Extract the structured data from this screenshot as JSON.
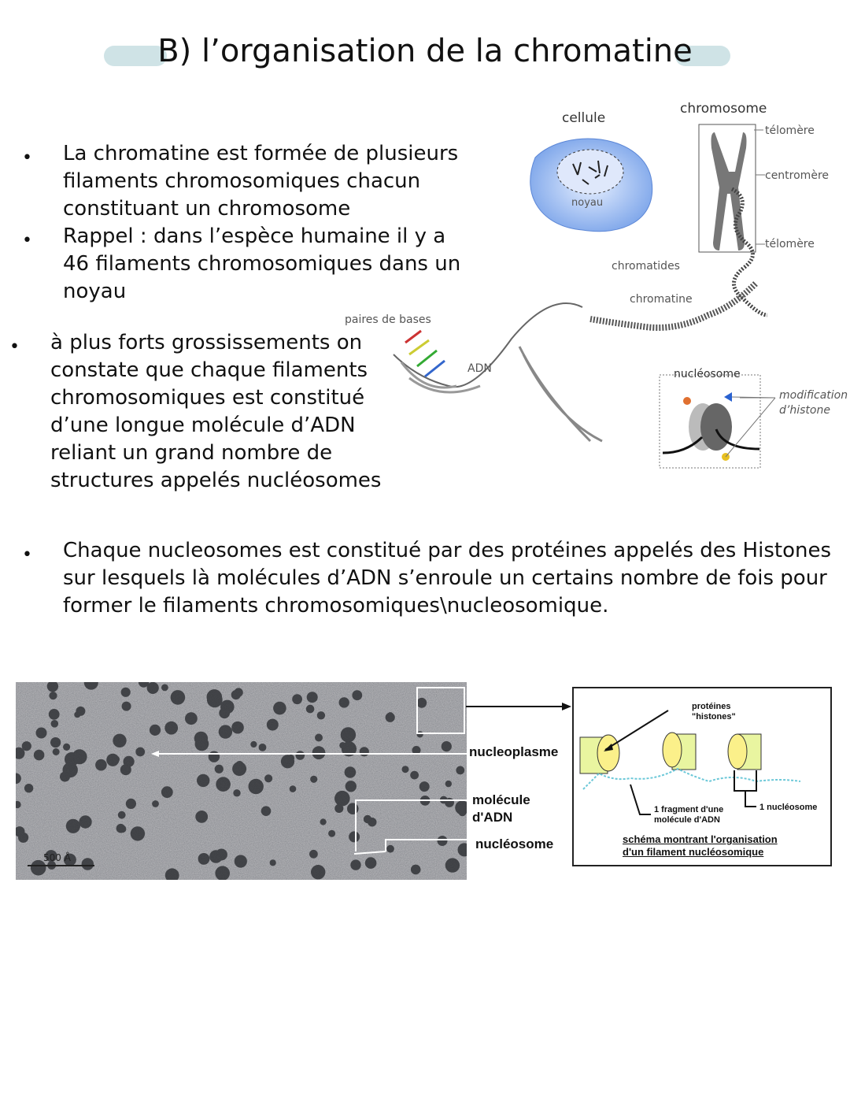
{
  "title": "B) l’organisation de la chromatine",
  "bullets1": [
    "La chromatine est formée de plusieurs filaments chromosomiques chacun constituant un chromosome",
    "Rappel : dans l’espèce humaine il y a 46 filaments   chromosomiques dans un noyau"
  ],
  "bullet2": "à plus forts grossissements on constate que chaque filaments chromosomiques est constitué d’une longue molécule d’ADN reliant un grand nombre de structures appelés nucléosomes",
  "bullet3": "Chaque nucleosomes est constitué par des protéines appelés des Histones sur lesquels là molécules d’ADN s’enroule un certains nombre de fois pour former le filaments chromosomiques\\nucleosomique.",
  "diagram": {
    "cellule": "cellule",
    "noyau": "noyau",
    "chromosome": "chromosome",
    "telomere_top": "télomère",
    "centromere": "centromère",
    "telomere_bottom": "télomère",
    "chromatides": "chromatides",
    "chromatine": "chromatine",
    "paires_de_bases": "paires de bases",
    "adn": "ADN",
    "nucleosome": "nucléosome",
    "modification": "modification",
    "histone": "d’histone"
  },
  "micrograph": {
    "nucleoplasme": "nucleoplasme",
    "molecule": "molécule",
    "adn": "d'ADN",
    "nucleosome": "nucléosome",
    "scale": "500 Å"
  },
  "schema": {
    "proteines": "protéines",
    "histones": "\"histones\"",
    "fragment1": "1 fragment d'une",
    "fragment2": "molécule d'ADN",
    "un_nucleosome": "1 nucléosome",
    "caption1": "schéma montrant l'organisation",
    "caption2": "d'un filament nucléosomique"
  }
}
